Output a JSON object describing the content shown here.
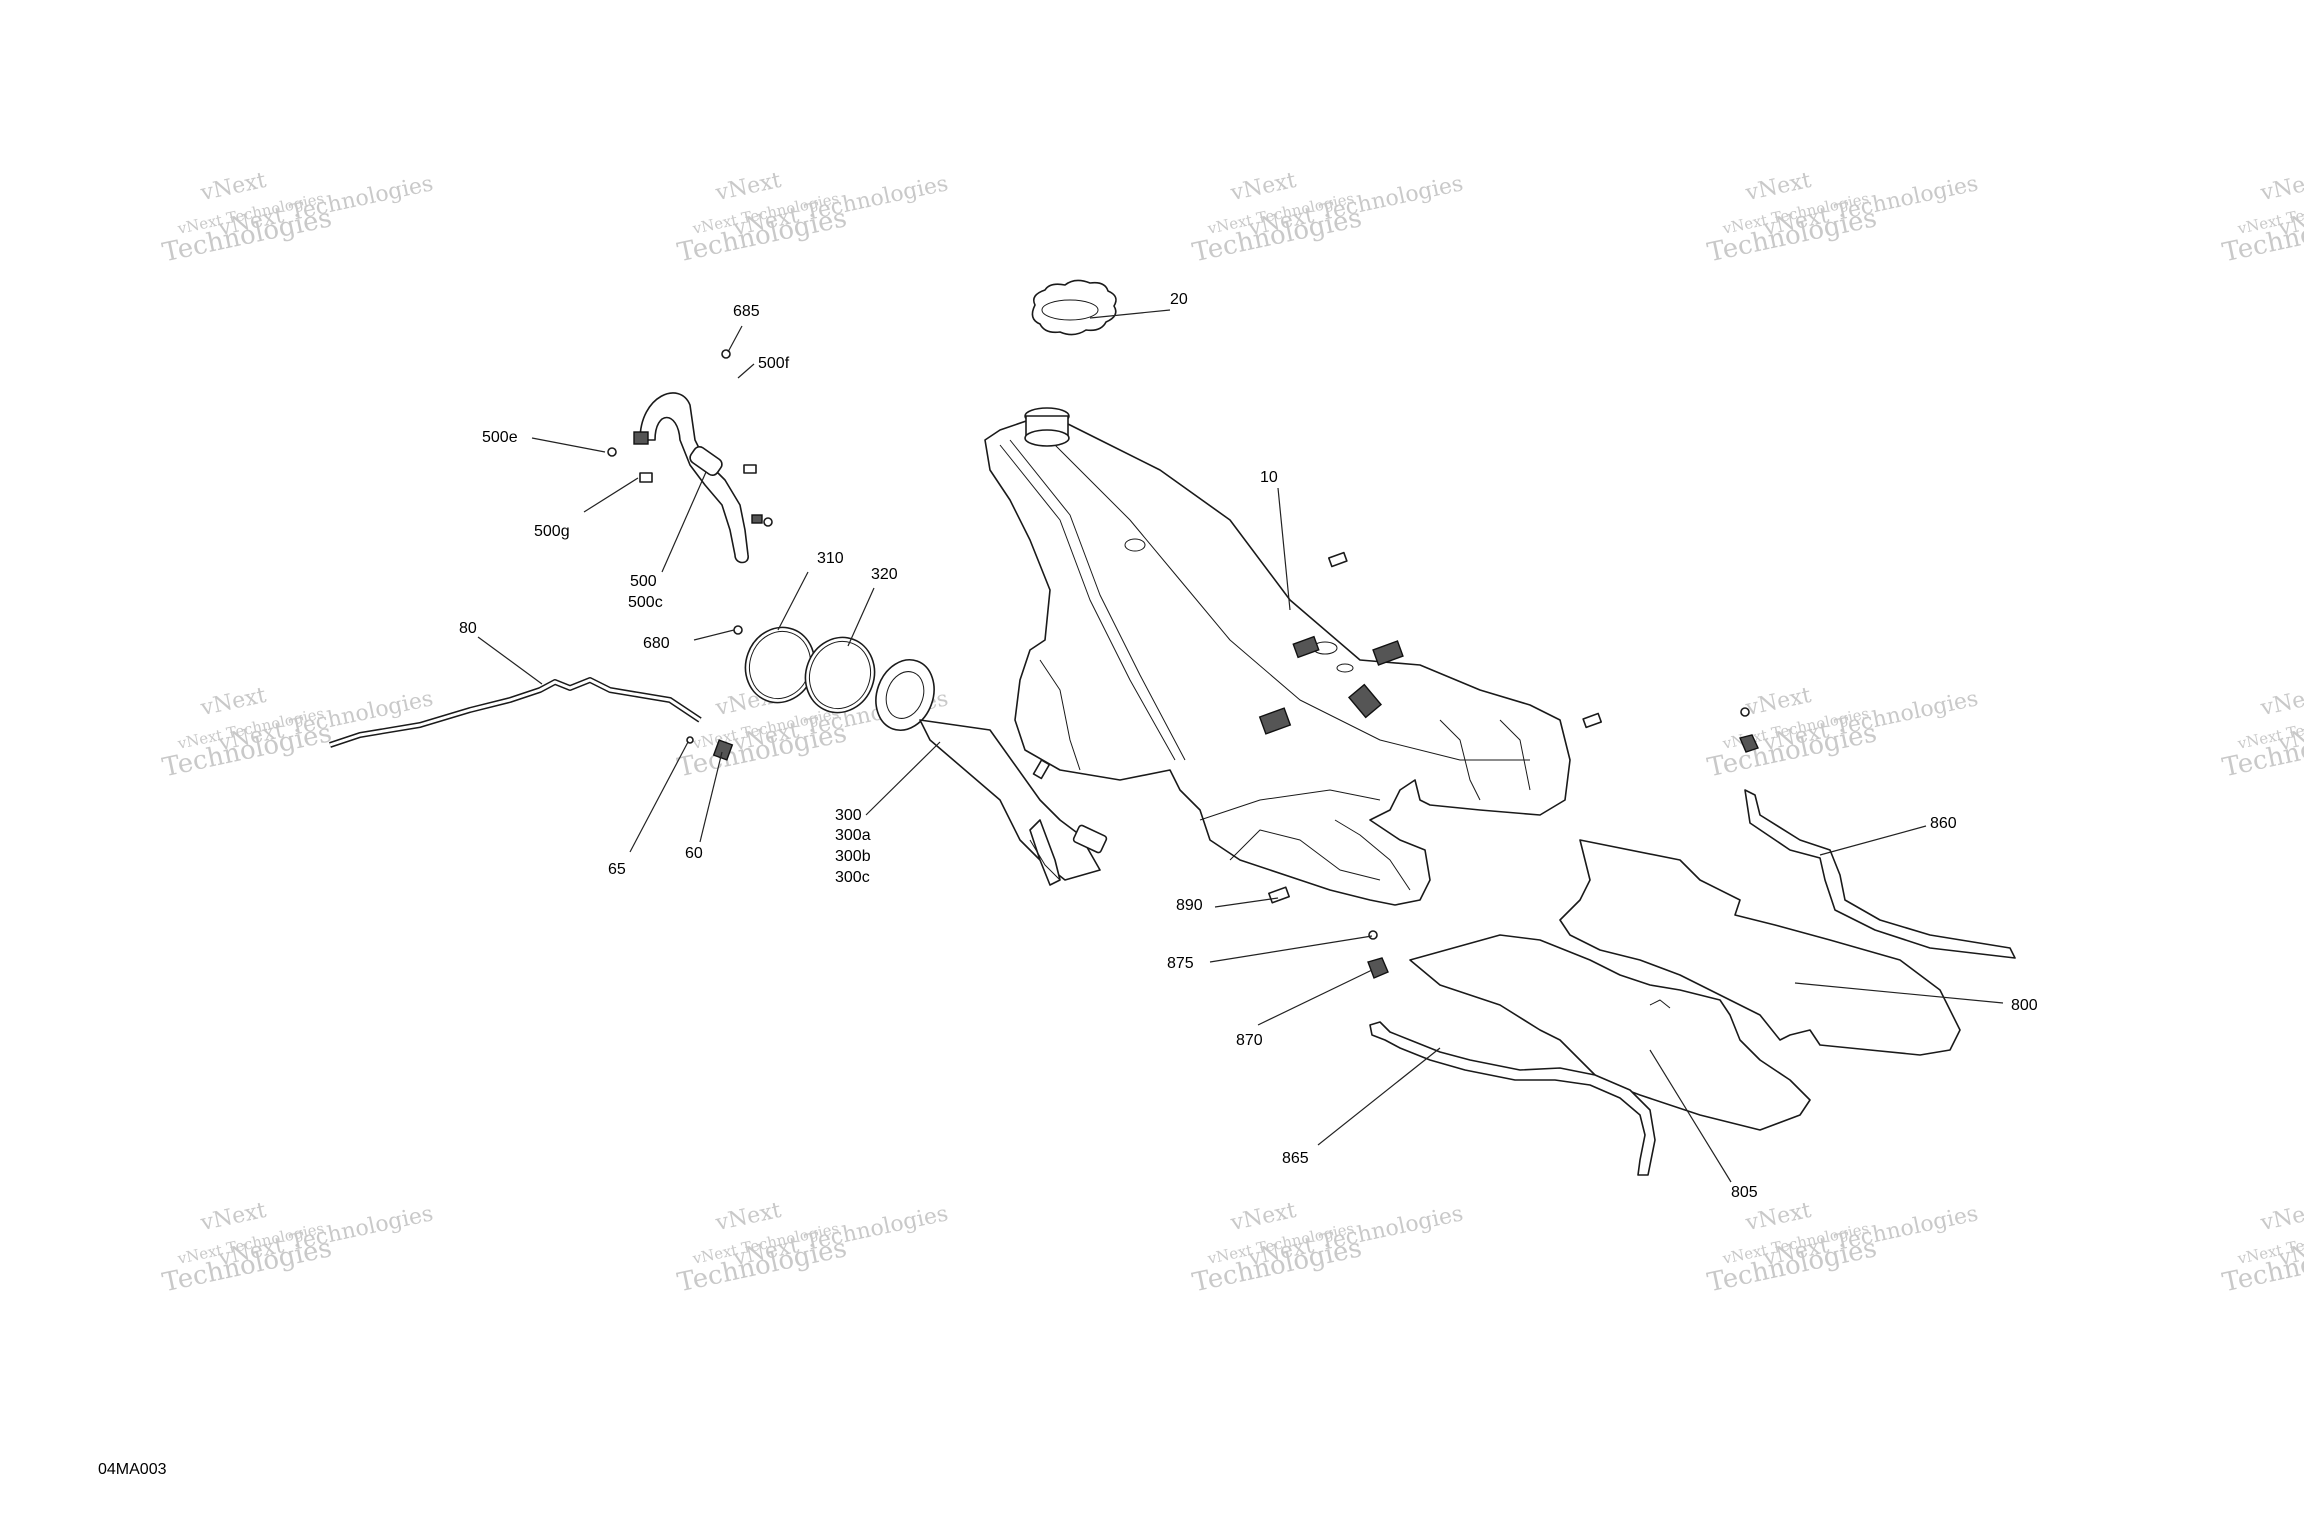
{
  "diagram": {
    "drawing_code": "04MA003",
    "watermark": {
      "line1": "vNext Technologies",
      "line2": "vNext",
      "line3": "Technologies"
    },
    "callouts": {
      "c20": "20",
      "c10": "10",
      "c685": "685",
      "c500f": "500f",
      "c500e": "500e",
      "c500g": "500g",
      "c500": "500",
      "c500c": "500c",
      "c310": "310",
      "c320": "320",
      "c680": "680",
      "c80": "80",
      "c65": "65",
      "c60": "60",
      "c300": "300",
      "c300a": "300a",
      "c300b": "300b",
      "c300c": "300c",
      "c890": "890",
      "c875": "875",
      "c870": "870",
      "c865": "865",
      "c805": "805",
      "c800": "800",
      "c860": "860"
    }
  }
}
